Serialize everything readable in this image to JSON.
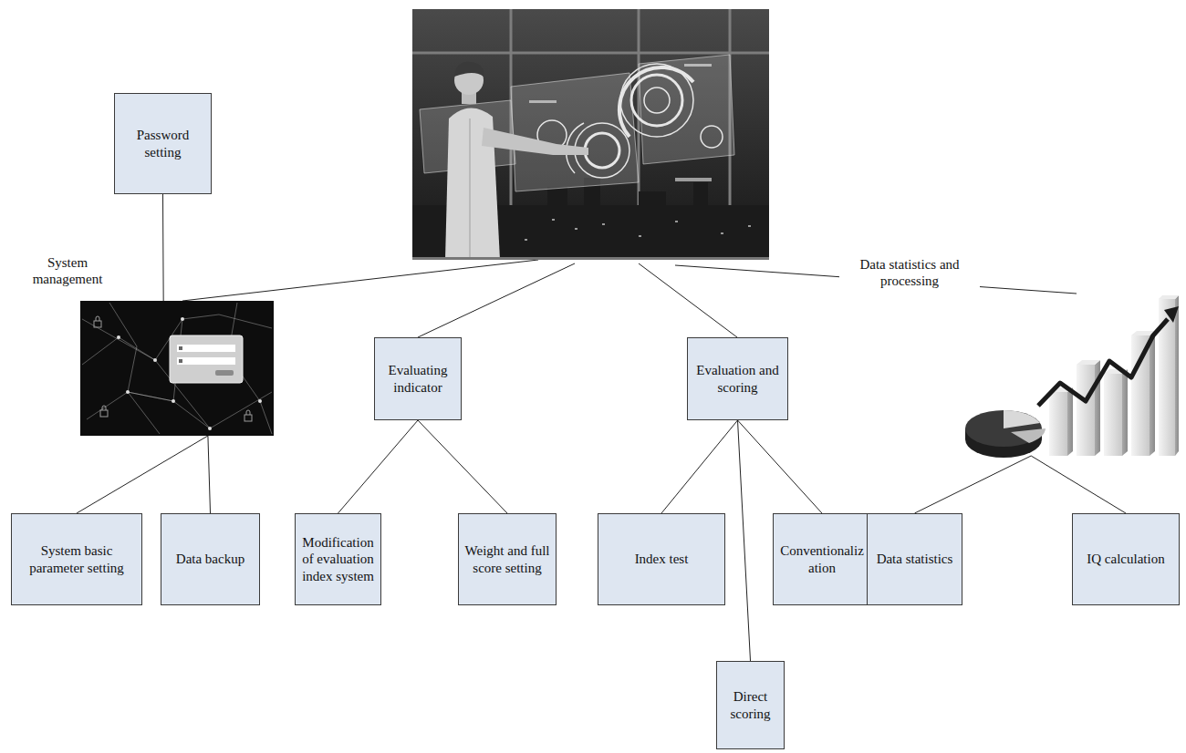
{
  "diagram": {
    "nodes": [
      {
        "text": [
          "Password setting"
        ]
      },
      {
        "text": [
          "System management"
        ]
      },
      {
        "text": [
          "Evaluating indicator"
        ]
      },
      {
        "text": [
          "Evaluation and scoring"
        ]
      },
      {
        "text": [
          "Data statistics and processing"
        ]
      },
      {
        "text": [
          "System basic parameter setting"
        ]
      },
      {
        "text": [
          "Data backup"
        ]
      },
      {
        "text": [
          "Modification of evaluation index system"
        ]
      },
      {
        "text": [
          "Weight and full score setting"
        ]
      },
      {
        "text": [
          "Index test"
        ]
      },
      {
        "text": [
          "Conventionalization"
        ]
      },
      {
        "text": [
          "Data statistics"
        ]
      },
      {
        "text": [
          "IQ calculation"
        ]
      },
      {
        "text": [
          "Direct scoring"
        ]
      }
    ],
    "edges": [
      {
        "from": 0,
        "to": 1,
        "arrow": "none"
      },
      {
        "from": 1,
        "to": 5,
        "arrow": "none"
      },
      {
        "from": 1,
        "to": 6,
        "arrow": "none"
      },
      {
        "from": 2,
        "to": 7,
        "arrow": "none"
      },
      {
        "from": 2,
        "to": 8,
        "arrow": "none"
      },
      {
        "from": 3,
        "to": 9,
        "arrow": "none"
      },
      {
        "from": 3,
        "to": 10,
        "arrow": "none"
      },
      {
        "from": 3,
        "to": 13,
        "arrow": "none"
      },
      {
        "from": 4,
        "to": 11,
        "arrow": "none"
      },
      {
        "from": 4,
        "to": 12,
        "arrow": "none"
      }
    ]
  }
}
